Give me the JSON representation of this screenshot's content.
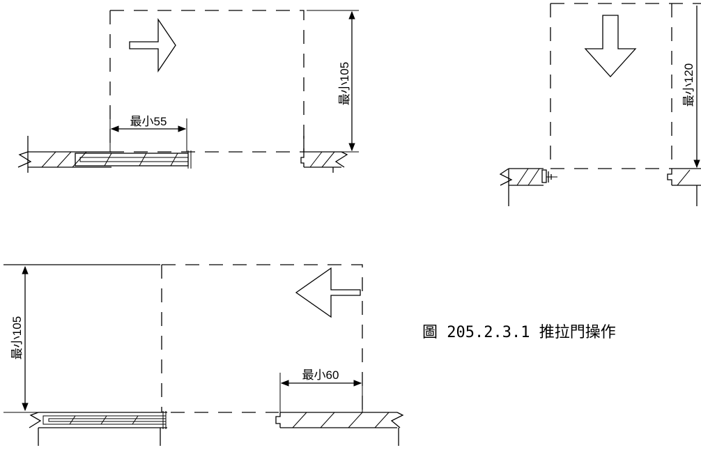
{
  "diagrams": {
    "top_left": {
      "width_label": "最小55",
      "depth_label": "最小105"
    },
    "top_right": {
      "depth_label": "最小120"
    },
    "bottom_left": {
      "depth_label": "最小105",
      "width_label": "最小60"
    }
  },
  "caption": "圖 205.2.3.1 推拉門操作"
}
